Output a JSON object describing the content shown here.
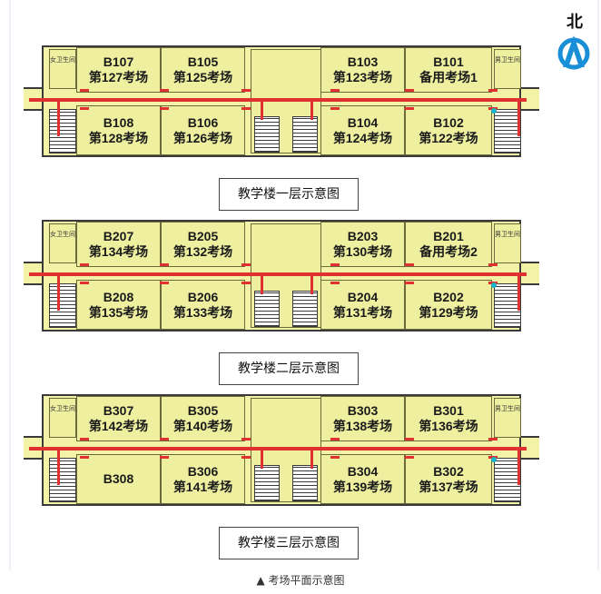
{
  "north_label": "北",
  "floors": [
    {
      "caption": "教学楼一层示意图",
      "wc_left": "女卫生间",
      "wc_right": "男卫生间",
      "rooms_top": [
        {
          "code": "B107",
          "name": "第127考场"
        },
        {
          "code": "B105",
          "name": "第125考场"
        },
        {
          "code": "B103",
          "name": "第123考场"
        },
        {
          "code": "B101",
          "name": "备用考场1"
        }
      ],
      "rooms_bottom": [
        {
          "code": "B108",
          "name": "第128考场"
        },
        {
          "code": "B106",
          "name": "第126考场"
        },
        {
          "code": "B104",
          "name": "第124考场"
        },
        {
          "code": "B102",
          "name": "第122考场"
        }
      ]
    },
    {
      "caption": "教学楼二层示意图",
      "wc_left": "女卫生间",
      "wc_right": "男卫生间",
      "rooms_top": [
        {
          "code": "B207",
          "name": "第134考场"
        },
        {
          "code": "B205",
          "name": "第132考场"
        },
        {
          "code": "B203",
          "name": "第130考场"
        },
        {
          "code": "B201",
          "name": "备用考场2"
        }
      ],
      "rooms_bottom": [
        {
          "code": "B208",
          "name": "第135考场"
        },
        {
          "code": "B206",
          "name": "第133考场"
        },
        {
          "code": "B204",
          "name": "第131考场"
        },
        {
          "code": "B202",
          "name": "第129考场"
        }
      ]
    },
    {
      "caption": "教学楼三层示意图",
      "wc_left": "女卫生间",
      "wc_right": "男卫生间",
      "rooms_top": [
        {
          "code": "B307",
          "name": "第142考场"
        },
        {
          "code": "B305",
          "name": "第140考场"
        },
        {
          "code": "B303",
          "name": "第138考场"
        },
        {
          "code": "B301",
          "name": "第136考场"
        }
      ],
      "rooms_bottom": [
        {
          "code": "B308",
          "name": ""
        },
        {
          "code": "B306",
          "name": "第141考场"
        },
        {
          "code": "B304",
          "name": "第139考场"
        },
        {
          "code": "B302",
          "name": "第137考场"
        }
      ]
    }
  ],
  "footer": "▲ 考场平面示意图",
  "colors": {
    "room": "#eef0a0",
    "route": "#e03030",
    "compass": "#1a8fd8",
    "marker": "#14b5c8"
  }
}
